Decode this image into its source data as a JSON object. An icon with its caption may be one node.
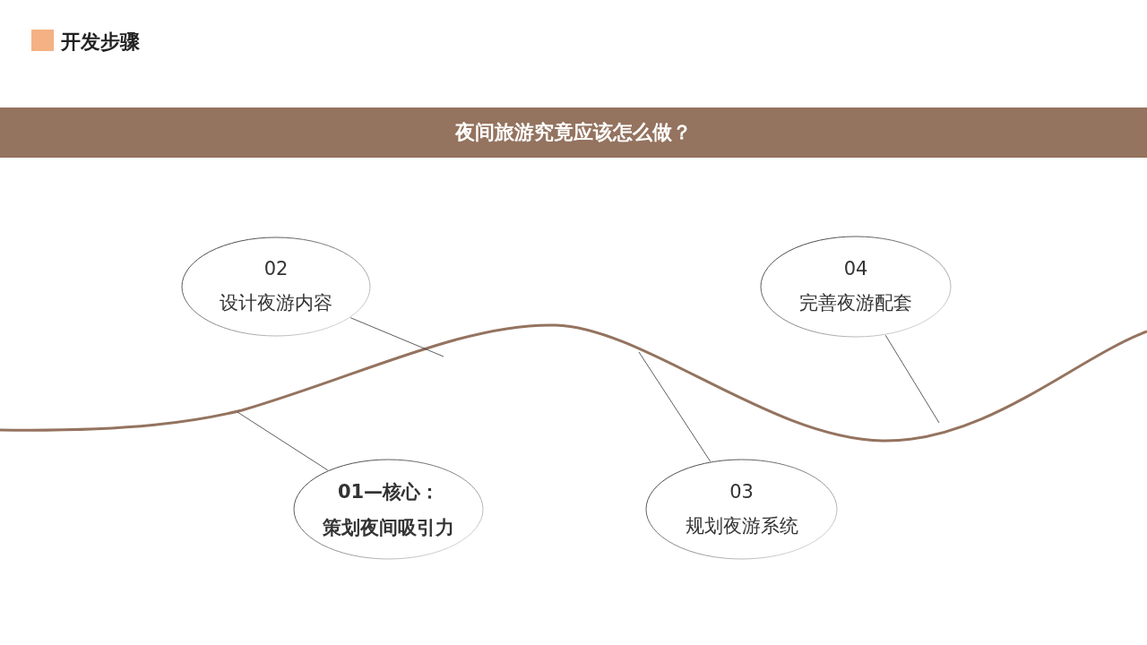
{
  "diagram": {
    "title": "开发步骤",
    "nodes": [
      {
        "text": [
          "夜间旅游究竟应该怎么做？"
        ]
      },
      {
        "text": [
          "02",
          "设计夜游内容"
        ]
      },
      {
        "text": [
          "04",
          "完善夜游配套"
        ]
      },
      {
        "text": [
          "01—核心：",
          "策划夜间吸引力"
        ]
      },
      {
        "text": [
          "03",
          "规划夜游系统"
        ]
      }
    ],
    "edges": [
      {
        "from": 1,
        "to": null,
        "arrow": "none"
      },
      {
        "from": 2,
        "to": null,
        "arrow": "none"
      },
      {
        "from": 3,
        "to": null,
        "arrow": "none"
      },
      {
        "from": 4,
        "to": null,
        "arrow": "none"
      }
    ]
  }
}
